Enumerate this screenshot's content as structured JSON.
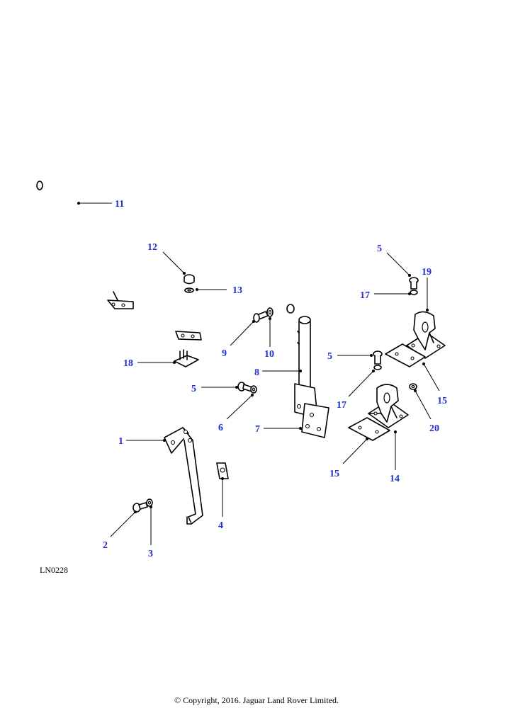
{
  "diagram": {
    "reference": "LN0228",
    "callouts": {
      "c1": "1",
      "c2": "2",
      "c3": "3",
      "c4": "4",
      "c5a": "5",
      "c5b": "5",
      "c5c": "5",
      "c6": "6",
      "c7": "7",
      "c8": "8",
      "c9": "9",
      "c10": "10",
      "c11": "11",
      "c12": "12",
      "c13": "13",
      "c14": "14",
      "c15a": "15",
      "c15b": "15",
      "c17a": "17",
      "c17b": "17",
      "c18": "18",
      "c19": "19",
      "c20": "20"
    },
    "callout_color": "#1f2fd0"
  },
  "footer": {
    "copyright": "© Copyright, 2016. Jaguar Land Rover Limited."
  }
}
